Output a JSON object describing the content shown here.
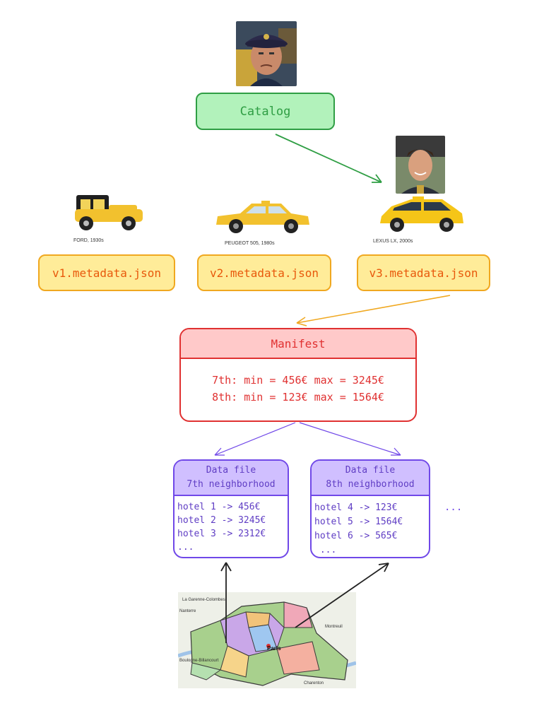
{
  "catalog": {
    "label": "Catalog"
  },
  "cars": [
    {
      "caption": "FORD, 1930s"
    },
    {
      "caption": "PEUGEOT 505, 1980s"
    },
    {
      "caption": "LEXUS LX, 2000s"
    }
  ],
  "metadata_files": [
    "v1.metadata.json",
    "v2.metadata.json",
    "v3.metadata.json"
  ],
  "manifest": {
    "title": "Manifest",
    "lines": [
      "7th: min = 456€  max = 3245€",
      "8th: min = 123€  max = 1564€"
    ]
  },
  "data_files": [
    {
      "title": "Data file",
      "subtitle": "7th neighborhood",
      "rows": [
        "hotel 1 -> 456€",
        "hotel 2 -> 3245€",
        "hotel 3 -> 2312€",
        "..."
      ]
    },
    {
      "title": "Data file",
      "subtitle": "8th neighborhood",
      "rows": [
        "hotel 4 -> 123€",
        "hotel 5 -> 1564€",
        "hotel 6 -> 565€",
        " ..."
      ]
    }
  ],
  "more_ellipsis": "...",
  "map": {
    "labels": [
      "La Garenne-Colombes",
      "Nanterre",
      "Boulogne-Billancourt",
      "Paris",
      "Montreuil",
      "Charenton"
    ]
  },
  "colors": {
    "catalog": "#2f9e44",
    "metadata": "#f0a820",
    "manifest": "#e03131",
    "data": "#7048e8",
    "arrow_map": "#222222"
  }
}
